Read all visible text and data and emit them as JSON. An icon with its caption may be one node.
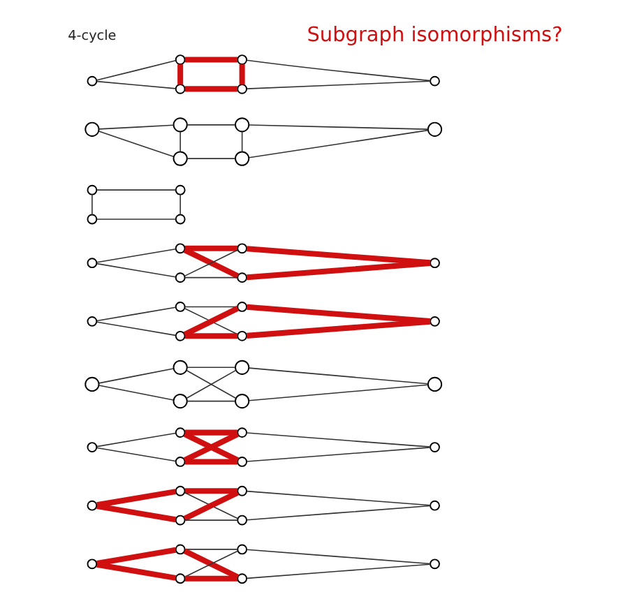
{
  "diagram": {
    "nodes": [
      {
        "text": [],
        "shape": "circle"
      },
      {
        "text": [],
        "shape": "circle"
      },
      {
        "text": [],
        "shape": "circle"
      },
      {
        "text": [],
        "shape": "circle"
      },
      {
        "text": [],
        "shape": "circle"
      },
      {
        "text": [],
        "shape": "circle"
      },
      {
        "text": [],
        "shape": "circle"
      },
      {
        "text": [],
        "shape": "circle"
      },
      {
        "text": [],
        "shape": "circle"
      },
      {
        "text": [],
        "shape": "circle"
      },
      {
        "text": [],
        "shape": "circle"
      },
      {
        "text": [],
        "shape": "circle"
      },
      {
        "text": [],
        "shape": "circle"
      },
      {
        "text": [],
        "shape": "circle"
      },
      {
        "text": [],
        "shape": "circle"
      },
      {
        "text": [],
        "shape": "circle"
      },
      {
        "text": [],
        "shape": "circle"
      },
      {
        "text": [],
        "shape": "circle"
      },
      {
        "text": [],
        "shape": "circle"
      },
      {
        "text": [],
        "shape": "circle"
      },
      {
        "text": [],
        "shape": "circle"
      },
      {
        "text": [],
        "shape": "circle"
      },
      {
        "text": [],
        "shape": "circle"
      },
      {
        "text": [],
        "shape": "circle"
      },
      {
        "text": [],
        "shape": "circle"
      },
      {
        "text": [],
        "shape": "circle"
      },
      {
        "text": [],
        "shape": "circle"
      },
      {
        "text": [],
        "shape": "circle"
      },
      {
        "text": [],
        "shape": "circle"
      },
      {
        "text": [],
        "shape": "circle"
      },
      {
        "text": [],
        "shape": "circle"
      },
      {
        "text": [],
        "shape": "circle"
      },
      {
        "text": [],
        "shape": "circle"
      },
      {
        "text": [],
        "shape": "circle"
      },
      {
        "text": [],
        "shape": "circle"
      },
      {
        "text": [],
        "shape": "circle"
      },
      {
        "text": [],
        "shape": "circle"
      },
      {
        "text": [],
        "shape": "circle"
      },
      {
        "text": [],
        "shape": "circle"
      },
      {
        "text": [],
        "shape": "circle"
      },
      {
        "text": [],
        "shape": "circle"
      },
      {
        "text": [],
        "shape": "circle"
      },
      {
        "text": [],
        "shape": "circle"
      },
      {
        "text": [],
        "shape": "circle"
      },
      {
        "text": [],
        "shape": "circle"
      },
      {
        "text": [],
        "shape": "circle"
      },
      {
        "text": [],
        "shape": "circle"
      },
      {
        "text": [],
        "shape": "circle"
      },
      {
        "text": [],
        "shape": "circle"
      },
      {
        "text": [],
        "shape": "circle"
      },
      {
        "text": [],
        "shape": "circle"
      },
      {
        "text": [],
        "shape": "circle"
      }
    ],
    "edges": [
      {
        "from": 0,
        "to": 1,
        "arrow": "none",
        "style": "thick",
        "color": "#d01010"
      },
      {
        "from": 0,
        "to": 2,
        "arrow": "none",
        "style": "thick",
        "color": "#d01010"
      },
      {
        "from": 1,
        "to": 3,
        "arrow": "none"
      },
      {
        "from": 2,
        "to": 4,
        "arrow": "none",
        "style": "thick",
        "color": "#d01010"
      },
      {
        "from": 1,
        "to": 4,
        "arrow": "none",
        "style": "thick",
        "color": "#d01010"
      },
      {
        "from": 2,
        "to": 3,
        "arrow": "none"
      },
      {
        "from": 3,
        "to": 5,
        "arrow": "none"
      },
      {
        "from": 4,
        "to": 5,
        "arrow": "none"
      },
      {
        "from": 6,
        "to": 7,
        "arrow": "none",
        "style": "thick",
        "color": "#d01010"
      },
      {
        "from": 6,
        "to": 8,
        "arrow": "none",
        "style": "thick",
        "color": "#d01010"
      },
      {
        "from": 7,
        "to": 9,
        "arrow": "none",
        "style": "thick",
        "color": "#d01010"
      },
      {
        "from": 8,
        "to": 10,
        "arrow": "none"
      },
      {
        "from": 7,
        "to": 10,
        "arrow": "none"
      },
      {
        "from": 8,
        "to": 9,
        "arrow": "none",
        "style": "thick",
        "color": "#d01010"
      },
      {
        "from": 9,
        "to": 11,
        "arrow": "none"
      },
      {
        "from": 10,
        "to": 11,
        "arrow": "none"
      },
      {
        "from": 12,
        "to": 13,
        "arrow": "none"
      },
      {
        "from": 12,
        "to": 14,
        "arrow": "none"
      },
      {
        "from": 13,
        "to": 15,
        "arrow": "none",
        "style": "thick",
        "color": "#d01010"
      },
      {
        "from": 14,
        "to": 16,
        "arrow": "none",
        "style": "thick",
        "color": "#d01010"
      },
      {
        "from": 13,
        "to": 16,
        "arrow": "none",
        "style": "thick",
        "color": "#d01010"
      },
      {
        "from": 14,
        "to": 15,
        "arrow": "none",
        "style": "thick",
        "color": "#d01010"
      },
      {
        "from": 15,
        "to": 17,
        "arrow": "none"
      },
      {
        "from": 16,
        "to": 17,
        "arrow": "none"
      },
      {
        "from": 18,
        "to": 19,
        "arrow": "none"
      },
      {
        "from": 18,
        "to": 20,
        "arrow": "none"
      },
      {
        "from": 19,
        "to": 21,
        "arrow": "none"
      },
      {
        "from": 20,
        "to": 22,
        "arrow": "none"
      },
      {
        "from": 19,
        "to": 22,
        "arrow": "none"
      },
      {
        "from": 20,
        "to": 21,
        "arrow": "none"
      },
      {
        "from": 21,
        "to": 23,
        "arrow": "none"
      },
      {
        "from": 22,
        "to": 23,
        "arrow": "none"
      },
      {
        "from": 24,
        "to": 25,
        "arrow": "none"
      },
      {
        "from": 24,
        "to": 26,
        "arrow": "none"
      },
      {
        "from": 25,
        "to": 27,
        "arrow": "none"
      },
      {
        "from": 26,
        "to": 28,
        "arrow": "none",
        "style": "thick",
        "color": "#d01010"
      },
      {
        "from": 25,
        "to": 28,
        "arrow": "none"
      },
      {
        "from": 26,
        "to": 27,
        "arrow": "none",
        "style": "thick",
        "color": "#d01010"
      },
      {
        "from": 27,
        "to": 29,
        "arrow": "none",
        "style": "thick",
        "color": "#d01010"
      },
      {
        "from": 28,
        "to": 29,
        "arrow": "none",
        "style": "thick",
        "color": "#d01010"
      },
      {
        "from": 30,
        "to": 31,
        "arrow": "none"
      },
      {
        "from": 30,
        "to": 32,
        "arrow": "none"
      },
      {
        "from": 31,
        "to": 33,
        "arrow": "none",
        "style": "thick",
        "color": "#d01010"
      },
      {
        "from": 32,
        "to": 34,
        "arrow": "none"
      },
      {
        "from": 31,
        "to": 34,
        "arrow": "none",
        "style": "thick",
        "color": "#d01010"
      },
      {
        "from": 32,
        "to": 33,
        "arrow": "none"
      },
      {
        "from": 33,
        "to": 35,
        "arrow": "none",
        "style": "thick",
        "color": "#d01010"
      },
      {
        "from": 34,
        "to": 35,
        "arrow": "none",
        "style": "thick",
        "color": "#d01010"
      },
      {
        "from": 36,
        "to": 38,
        "arrow": "none"
      },
      {
        "from": 37,
        "to": 39,
        "arrow": "none"
      },
      {
        "from": 36,
        "to": 37,
        "arrow": "none"
      },
      {
        "from": 38,
        "to": 39,
        "arrow": "none"
      },
      {
        "from": 40,
        "to": 41,
        "arrow": "none"
      },
      {
        "from": 40,
        "to": 42,
        "arrow": "none"
      },
      {
        "from": 41,
        "to": 43,
        "arrow": "none"
      },
      {
        "from": 42,
        "to": 44,
        "arrow": "none"
      },
      {
        "from": 41,
        "to": 42,
        "arrow": "none"
      },
      {
        "from": 43,
        "to": 44,
        "arrow": "none"
      },
      {
        "from": 43,
        "to": 45,
        "arrow": "none"
      },
      {
        "from": 44,
        "to": 45,
        "arrow": "none"
      },
      {
        "from": 46,
        "to": 47,
        "arrow": "none"
      },
      {
        "from": 46,
        "to": 48,
        "arrow": "none"
      },
      {
        "from": 47,
        "to": 49,
        "arrow": "none",
        "style": "thick",
        "color": "#d01010"
      },
      {
        "from": 48,
        "to": 50,
        "arrow": "none",
        "style": "thick",
        "color": "#d01010"
      },
      {
        "from": 47,
        "to": 48,
        "arrow": "none",
        "style": "thick",
        "color": "#d01010"
      },
      {
        "from": 49,
        "to": 50,
        "arrow": "none",
        "style": "thick",
        "color": "#d01010"
      },
      {
        "from": 49,
        "to": 51,
        "arrow": "none"
      },
      {
        "from": 50,
        "to": 51,
        "arrow": "none"
      }
    ],
    "labels": [
      "4-cycle",
      "Subgraph isomorphisms?"
    ]
  }
}
